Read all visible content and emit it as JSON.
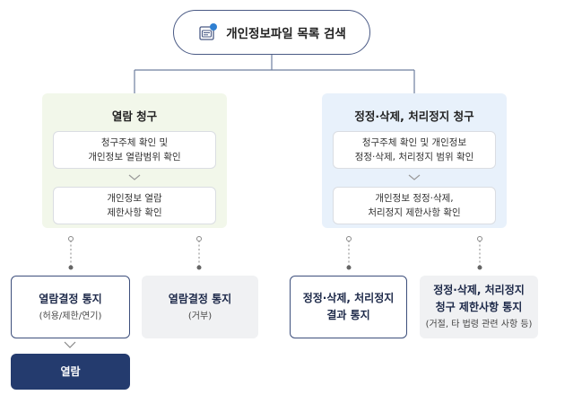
{
  "top": {
    "title": "개인정보파일 목록 검색",
    "icon": "document-search-icon"
  },
  "left_panel": {
    "title": "열람 청구",
    "steps": [
      {
        "line1": "청구주체 확인 및",
        "line2": "개인정보 열람범위 확인"
      },
      {
        "line1": "개인정보 열람",
        "line2": "제한사항 확인"
      }
    ]
  },
  "right_panel": {
    "title": "정정·삭제, 처리정지 청구",
    "steps": [
      {
        "line1": "청구주체 확인 및 개인정보",
        "line2": "정정·삭제, 처리정지 범위 확인"
      },
      {
        "line1": "개인정보 정정·삭제,",
        "line2": "처리정지 제한사항 확인"
      }
    ]
  },
  "outcomes": [
    {
      "title": "열람결정 통지",
      "sub": "(허용/제한/연기)"
    },
    {
      "title": "열람결정 통지",
      "sub": "(거부)"
    },
    {
      "line1": "정정·삭제, 처리정지",
      "line2": "결과 통지"
    },
    {
      "line1": "정정·삭제, 처리정지",
      "line2": "청구 제한사항 통지",
      "sub": "(거절, 타 법령 관련 사항 등)"
    }
  ],
  "final": {
    "title": "열람"
  },
  "colors": {
    "navy": "#243b6e",
    "outline": "#3d4f7c",
    "green_panel": "#f2f7ea",
    "blue_panel": "#e8f1fb",
    "gray_box": "#f0f1f3",
    "accent_dot": "#2f7fd1"
  }
}
